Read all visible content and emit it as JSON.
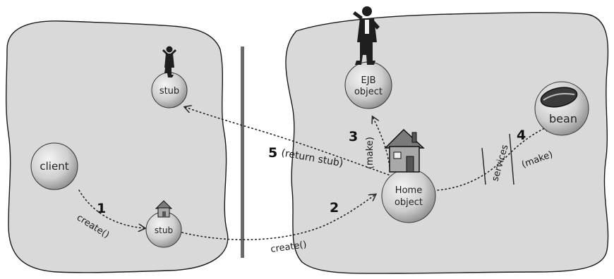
{
  "diagram": {
    "nodes": {
      "client": "client",
      "stub_top": "stub",
      "stub_bottom": "stub",
      "ejb_line1": "EJB",
      "ejb_line2": "object",
      "home_line1": "Home",
      "home_line2": "object",
      "bean": "bean"
    },
    "steps": {
      "s1_num": "1",
      "s1_text": "create()",
      "s2_num": "2",
      "s2_text": "create()",
      "s3_num": "3",
      "s3_text": "(make)",
      "s4_num": "4",
      "s4_text": "(make)",
      "s5_num": "5",
      "s5_text": "(return stub)",
      "services": "services"
    }
  }
}
